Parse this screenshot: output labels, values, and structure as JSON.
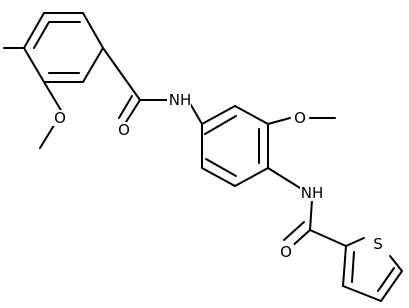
{
  "molecule": {
    "atom_labels": {
      "o_methoxy_left": "O",
      "o_carbonyl_left": "O",
      "nh_left": "NH",
      "o_methoxy_right": "O",
      "nh_right": "NH",
      "o_carbonyl_right": "O",
      "s_thiophene": "S"
    },
    "colors": {
      "bond": "#000000",
      "label": "#000000",
      "background": "#ffffff"
    }
  }
}
